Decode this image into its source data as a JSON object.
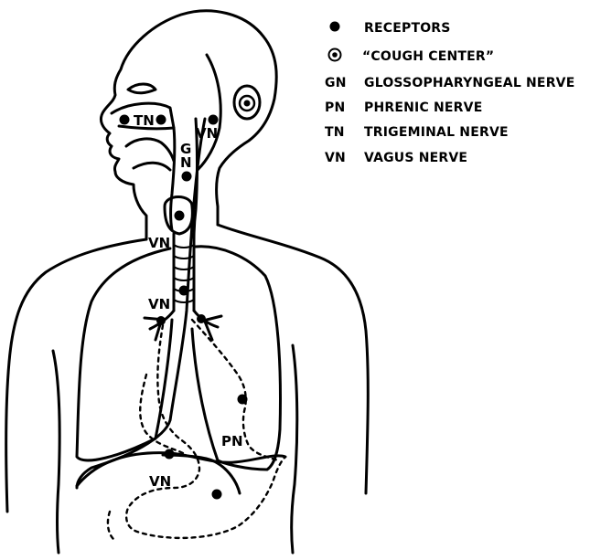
{
  "legend": {
    "receptors": "RECEPTORS",
    "cough_center": "“COUGH CENTER”",
    "items": [
      {
        "abbr": "GN",
        "label": "GLOSSOPHARYNGEAL NERVE"
      },
      {
        "abbr": "PN",
        "label": "PHRENIC NERVE"
      },
      {
        "abbr": "TN",
        "label": "TRIGEMINAL NERVE"
      },
      {
        "abbr": "VN",
        "label": "VAGUS NERVE"
      }
    ]
  },
  "diagram_labels": {
    "tn": "TN",
    "vn_head": "VN",
    "gn_g": "G",
    "gn_n": "N",
    "vn_neck": "VN",
    "vn_bronchi": "VN",
    "pn": "PN",
    "vn_abdomen": "VN"
  }
}
